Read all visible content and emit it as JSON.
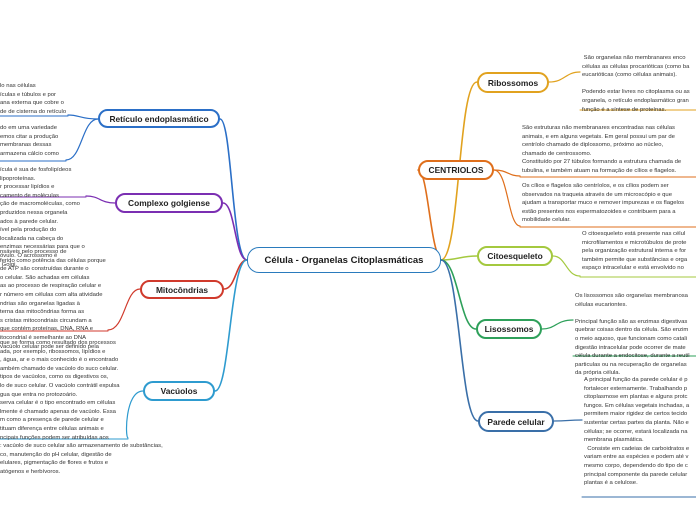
{
  "central": "Célula - Organelas Citoplasmáticas",
  "colors": {
    "reticulo": "#2b6fc7",
    "golgi": "#7b2fb2",
    "mito": "#d03a2c",
    "vacuolos": "#2e9bcf",
    "ribossomos": "#e1a21f",
    "centriolos": "#df6f1c",
    "citoesqueleto": "#a4c93f",
    "lisossomos": "#2ea05a",
    "parede": "#3a6fa8",
    "central": "#2a7bbd"
  },
  "branches": {
    "reticulo": "Retículo endoplasmático",
    "golgi": "Complexo golgiense",
    "mito": "Mitocôndrias",
    "vacuolos": "Vacúolos",
    "ribossomos": "Ribossomos",
    "centriolos": "CENTRIOLOS",
    "citoesqueleto": "Citoesqueleto",
    "lisossomos": "Lisossomos",
    "parede": "Parede celular"
  },
  "notes": {
    "reticulo_1": "lo nas células\nículas e túbulos e por\nana externa que cobre o\nde de cisterna do retículo",
    "reticulo_2": "do em uma variedade\nemos citar a produção\nmembranas dessas\narmazena cálcio como",
    "golgi": "ícula é sua de fosfolipídeos\nlipoproteínas.\nr processar lipídios e\ncamento de moléculas\nção de macromoléculas, como\nprduzidos nessa organela\nados à parede celular.\nível pela produção do\nlocalizada na cabeça do\nenzimas necessárias para que o\nóvulo. O acrossomo é\n Golgi.",
    "mito": "nsáveis pelo processo de\nferido como potência das células porque\nde ATP são construídas durante o\no celular. São achadas em células\nas ao processo de respiração celular e\nr número em células com alta atividade\nndrias são organelas ligadas à\nterna das mitocôndrias forma as\ns cristas mitocondriais circundam a\nque contém proteínas, DNA, RNA e\nitocondrial é semelhante ao DNA\nvacúolo celular pode ser definido pela",
    "vacuolos": "que se forma como resultado dos processos\nada, por exemplo, ribossomos, lipídios e\n, água, ar e o mais conhecido é o encontrado\nambém chamado de vacúolo do suco celular.\ntipos de vacúolos, como os digestivos os,\nlo de suco celular. O vacúolo contrátil expulsa\ngua que entra no protozoário.\nserva celular é o tipo encontrado em células\nlmente é chamado apenas de vacúolo. Essa\nm como a presença de parede celular e\ntituam diferença entre células animais e\nncipais funções podem ser atribuídas aos\n: vacúolo de suco celular são armazenamento de substâncias,\nco, manutenção do pH celular, digestão de\nelulares, pigmentação de flores e frutos e\natógenos e herbívoros.",
    "ribossomos": " São organelas não membranares enco\ncélulas as células procarióticas (como ba\neucarióticas (como células animais).\n\nPodendo estar livres no citoplasma ou as\norganela, o retículo endoplasmático gran\nfunção é a síntese de proteínas.",
    "centriolos_1": "São estruturas não membranares encontradas nas células\nanimais, e em alguns vegetais. Em geral possui um par de\ncentríolo chamado de diplossomo, próximo ao núcleo,\nchamado de centrossomo.\nConstituído por 27 túbulos formando a estrutura chamada de\ntubulina, e também atuam na formação de cílios e flagelos.",
    "centriolos_2": "Os cílios e flagelos são centríolos, e os cílios podem ser\nobservados na traqueia através de um microscópio e que\najudam a transportar muco e remover impurezas e os flagelos\nestão presentes nos espermatozoides e contribuem para a\nmobilidade celular.",
    "citoesqueleto": "O citoesqueleto está presente nas célul\nmicrofilamentos e microtúbulos de prote\npela organização estrutural interna e for\ntambém permite que substâncias e orga\nespaço intracelular e está envolvido no",
    "lisossomos": "Os lisossomos são organelas membranosa\ncélulas eucariontes.\n\nPrincipal função são as enzimas digestivas\nquebrar coisas dentro da célula. São enzim\no meio aquoso, que funcionam como catali\ndigestão intracelular pode ocorrer de mate\ncélula durante a endocitose, durante a reutil\nparticulas ou na recuperação de organelas\nda própria célula.",
    "parede": "A principal função da parede celular é p\nfortalecer externamente. Trabalhando p\ncitoplasmose em plantas e alguns protc\nfungos. Em células vegetais inchadas, a\npermitem maior rigidez de certos tecido\nsustentar certas partes da planta. Não e\ncélulas; se ocorrer, estará localizada na\nmembrana plasmática.\n  Consiste em cadeias de carboidratos e\nvariam entre as espécies e podem até v\nmesmo corpo, dependendo do tipo de c\nprincipal componente da parede celular\nplantas é a celulose."
  }
}
